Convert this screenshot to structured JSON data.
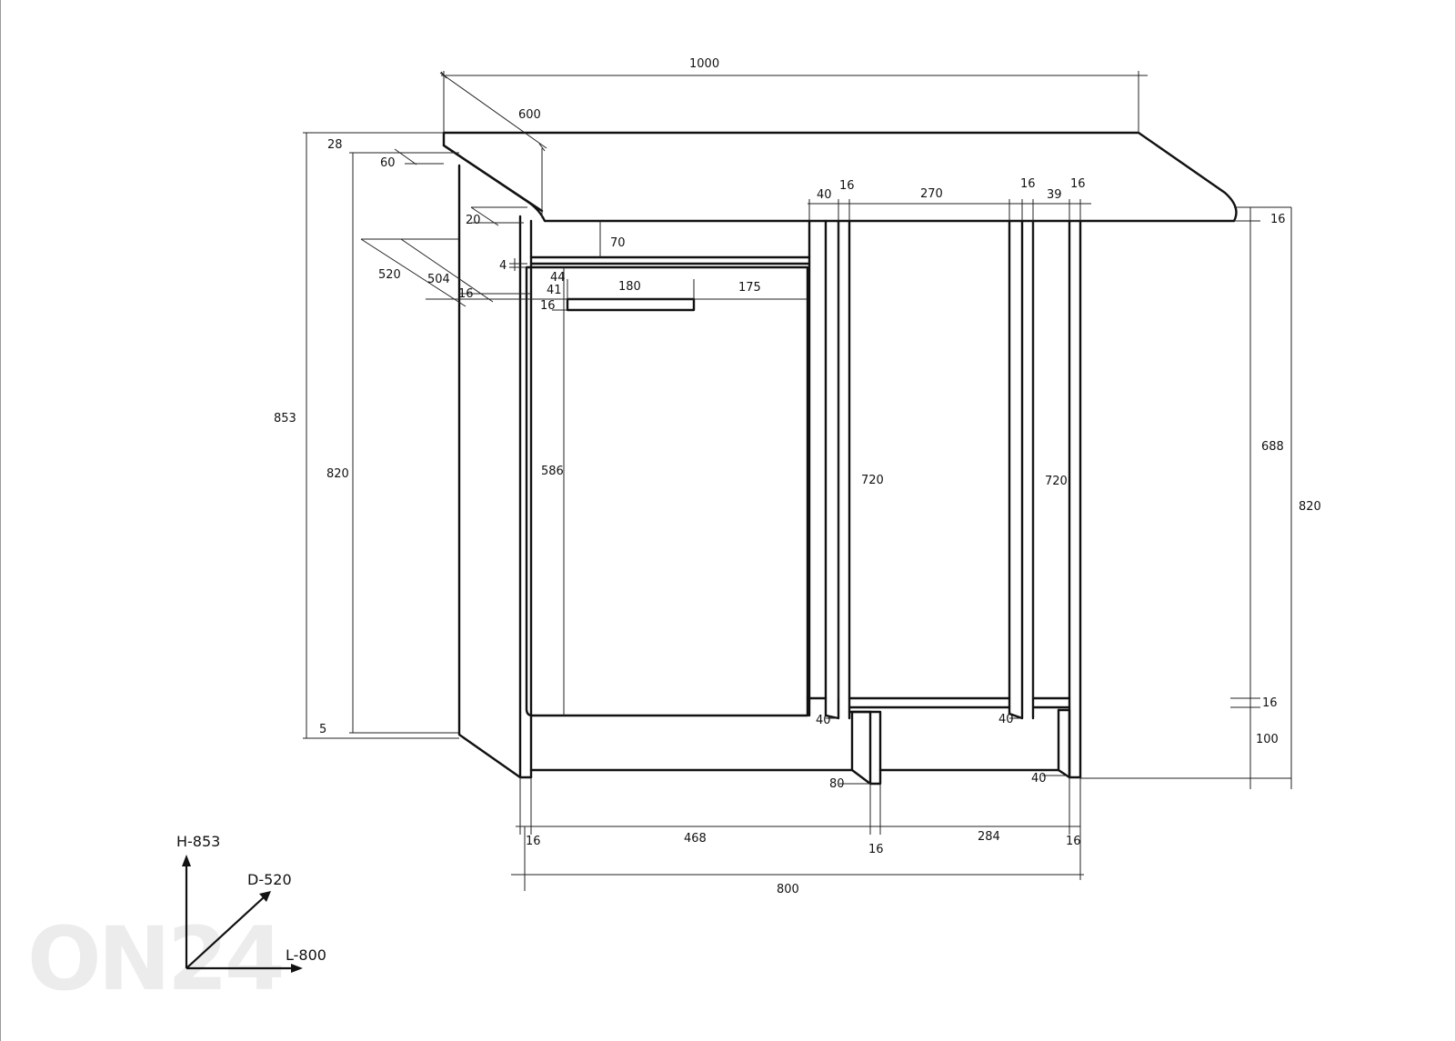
{
  "diagram": {
    "watermark": "ON24",
    "dimensions": {
      "top_width": "1000",
      "top_depth": "600",
      "top_thickness": "28",
      "top_overhang": "60",
      "top_front_offset": "20",
      "side_depth_outer": "520",
      "side_depth_inner": "504",
      "side_thickness_left": "16",
      "rail_gap": "4",
      "frame_height": "70",
      "door_top_gap": "44",
      "handle_offset_top": "41",
      "handle_thickness": "16",
      "handle_length": "180",
      "handle_right_offset": "175",
      "door_height": "586",
      "total_height": "853",
      "body_height_left": "820",
      "base_gap": "5",
      "pillar_width_a": "40",
      "pillar_thickness_a": "16",
      "open_section_width": "270",
      "pillar_thickness_b": "16",
      "pillar_width_b": "39",
      "right_panel_thickness": "16",
      "worktop_thickness_right": "16",
      "open_height_a": "720",
      "open_height_b": "720",
      "right_inner_height": "688",
      "body_height_right": "820",
      "shelf_thickness": "16",
      "plinth_height": "100",
      "pillar_base_a": "40",
      "pillar_base_b": "40",
      "plinth_foot_depth": "80",
      "plinth_foot_right": "40",
      "bottom_left_panel": "16",
      "bottom_left_width": "468",
      "bottom_mid_panel": "16",
      "bottom_right_width": "284",
      "bottom_right_panel": "16",
      "total_width": "800"
    },
    "axes": {
      "height": "H-853",
      "depth": "D-520",
      "length": "L-800"
    }
  }
}
